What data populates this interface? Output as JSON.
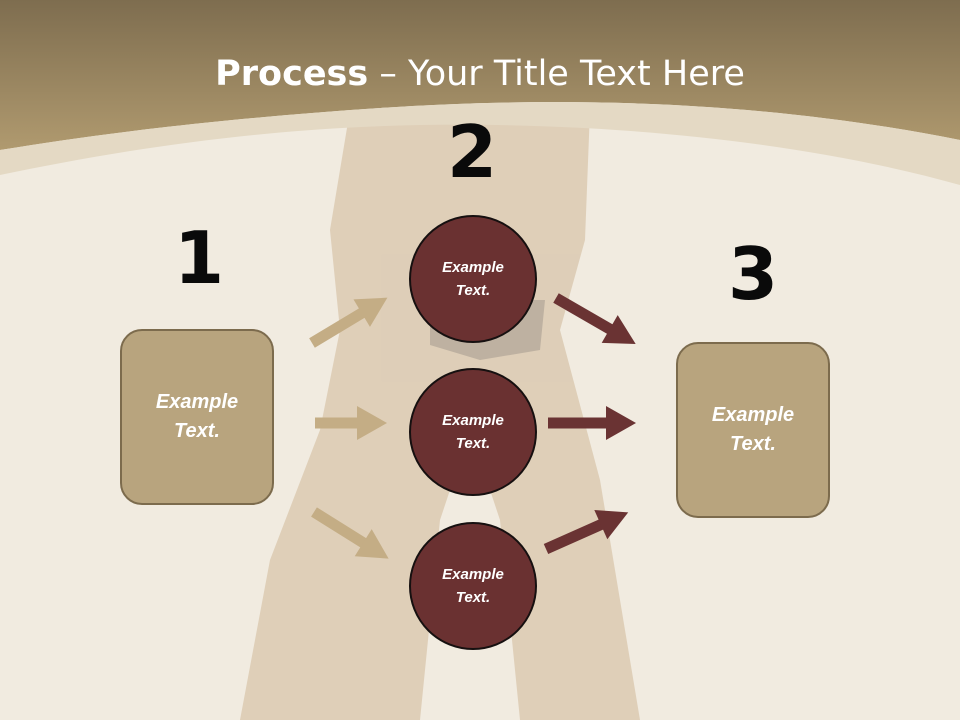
{
  "slide": {
    "title_bold": "Process",
    "title_sep": " – ",
    "title_rest": "Your Title Text Here"
  },
  "colors": {
    "header_brown": "#a48f66",
    "beige_box": "#b8a47e",
    "maroon_circle": "#6a3131",
    "tan_arrow": "#c4ad85",
    "maroon_arrow": "#6a3333"
  },
  "steps": [
    {
      "number": "1",
      "box_text": "Example Text."
    },
    {
      "number": "2",
      "circles": [
        "Example Text.",
        "Example Text.",
        "Example Text."
      ]
    },
    {
      "number": "3",
      "box_text": "Example Text."
    }
  ]
}
